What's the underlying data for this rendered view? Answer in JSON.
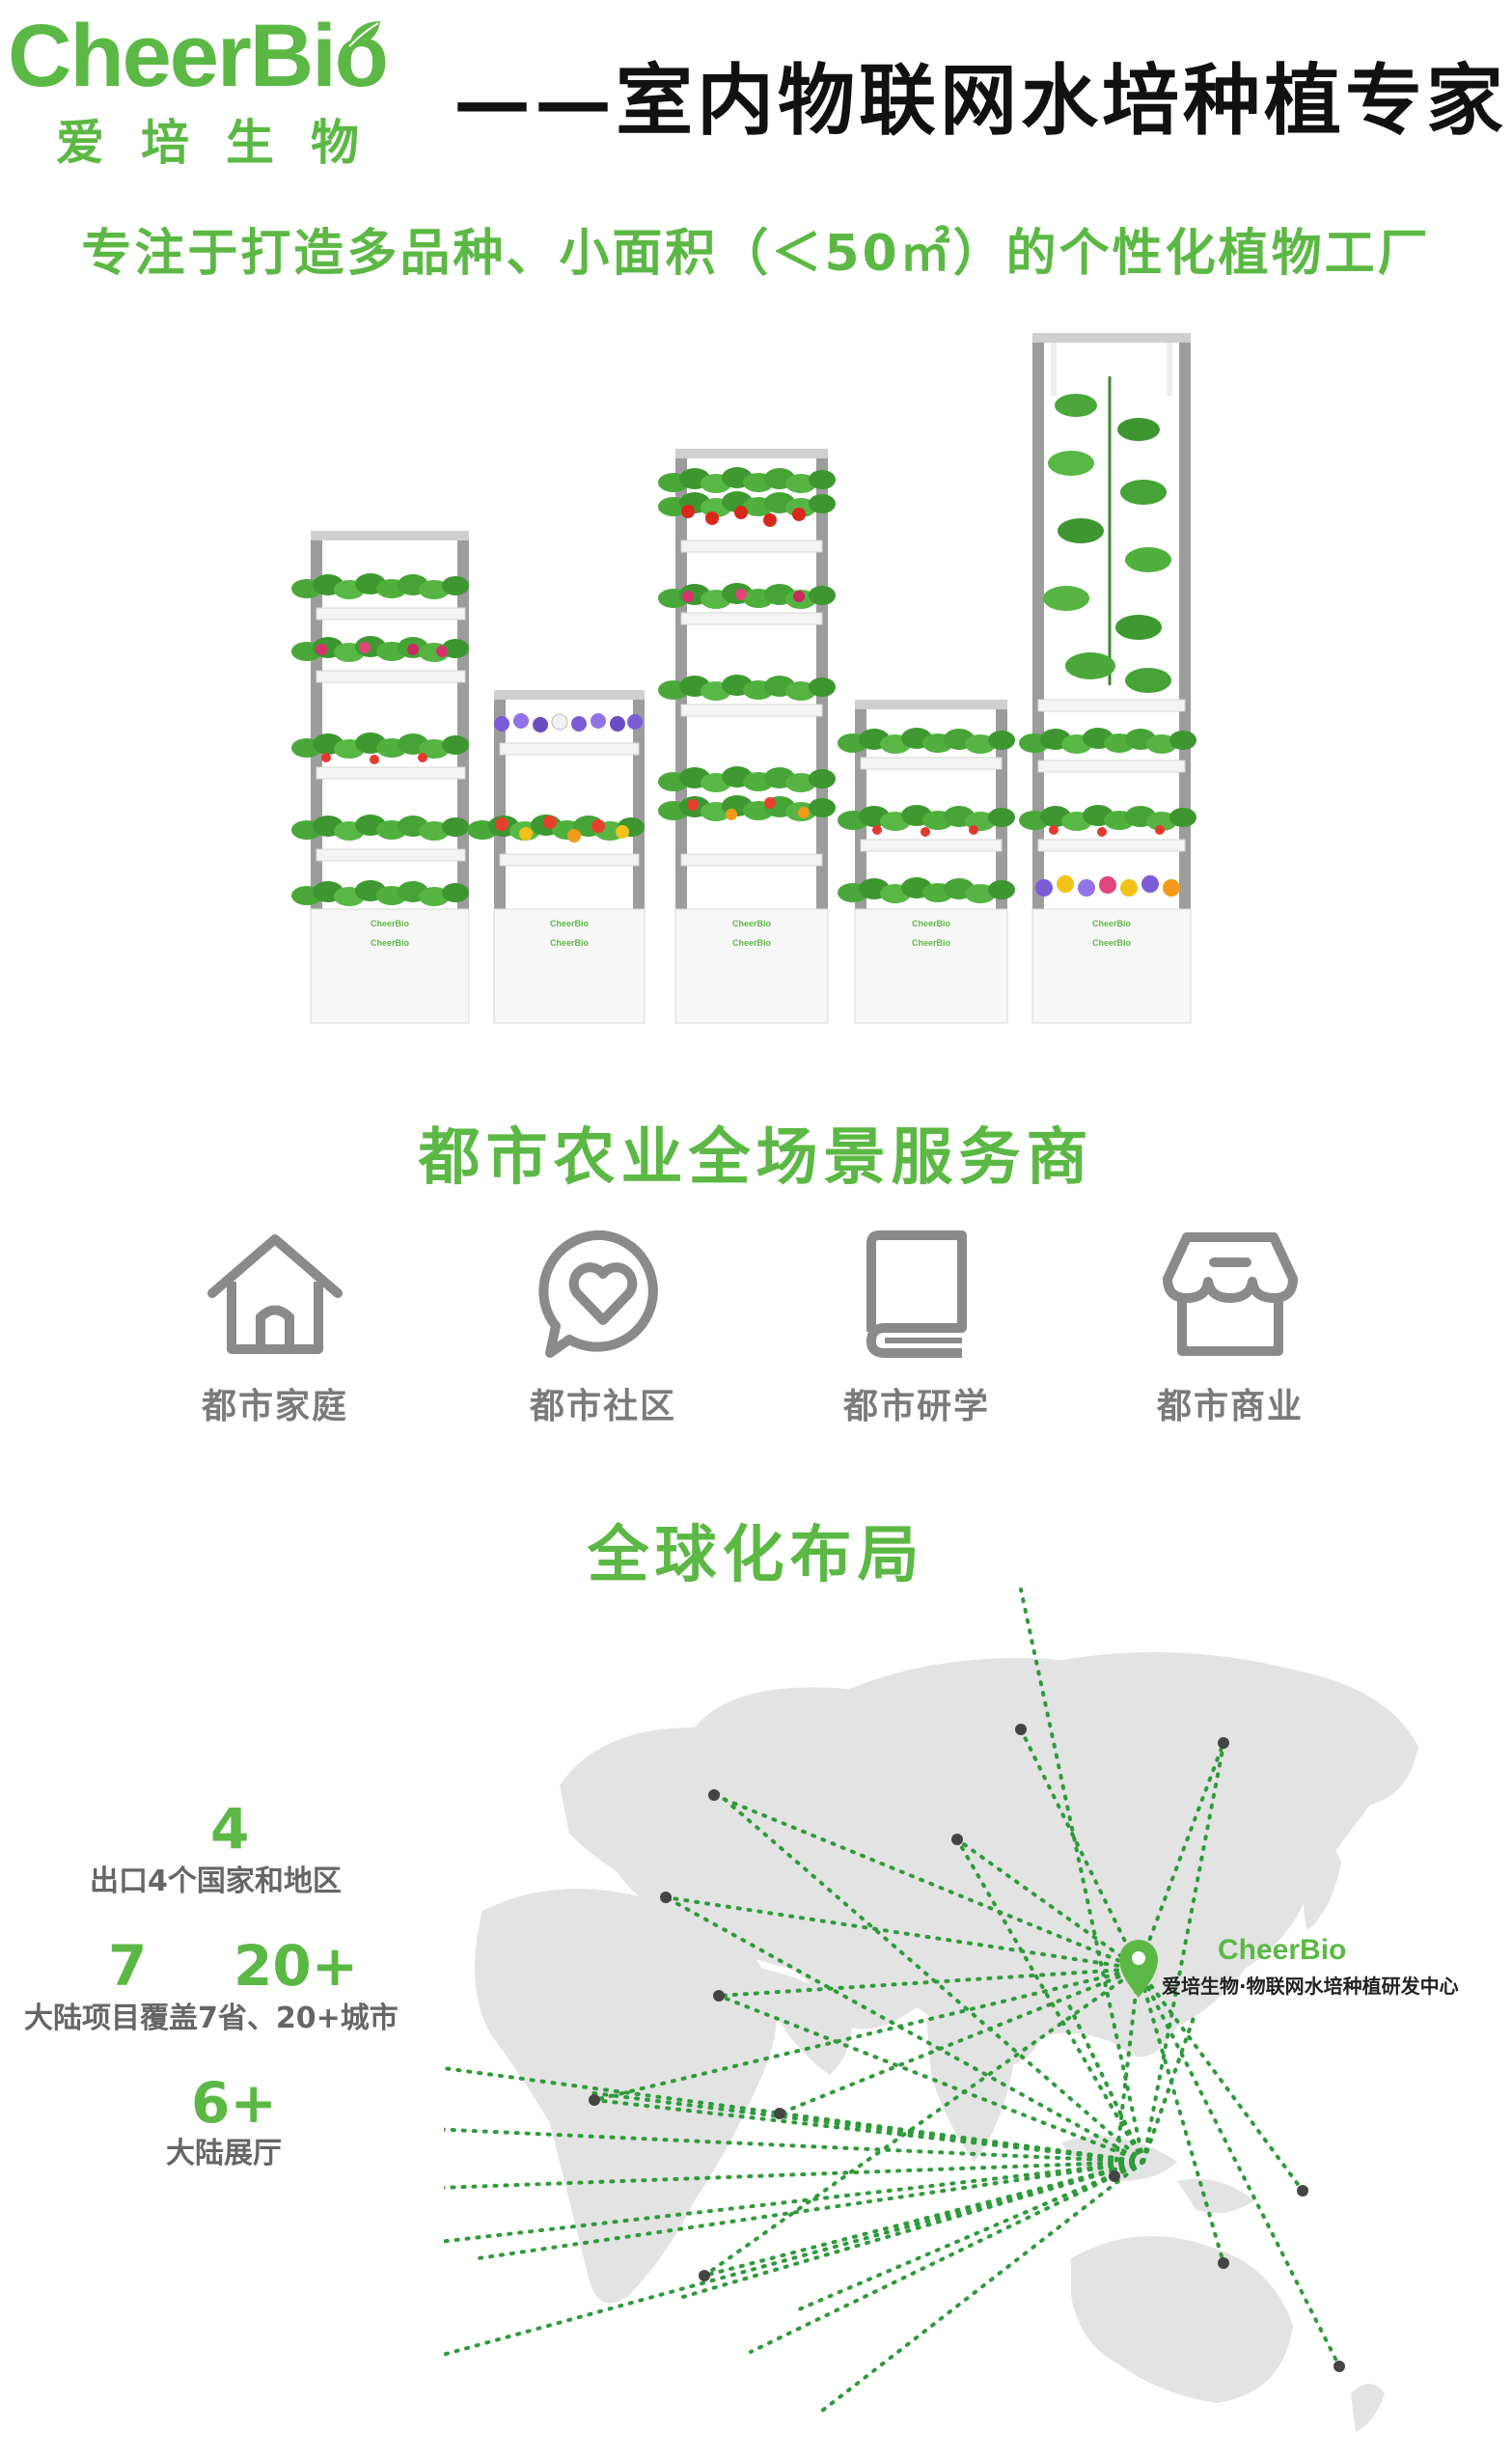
{
  "header": {
    "logo_wordmark": "CheerBio",
    "logo_cn": "爱培生物",
    "tagline": "——室内物联网水培种植专家"
  },
  "subtitle": "专注于打造多品种、小面积（＜50㎡）的个性化植物工厂",
  "rack_brand": "CheerBio",
  "services": {
    "title": "都市农业全场景服务商",
    "items": [
      {
        "label": "都市家庭",
        "icon": "house-icon"
      },
      {
        "label": "都市社区",
        "icon": "heart-chat-icon"
      },
      {
        "label": "都市研学",
        "icon": "book-icon"
      },
      {
        "label": "都市商业",
        "icon": "storefront-icon"
      }
    ]
  },
  "global": {
    "title": "全球化布局",
    "stats": {
      "export_num": "4",
      "export_label": "出口4个国家和地区",
      "projects_num_a": "7",
      "projects_num_b": "20+",
      "projects_label": "大陆项目覆盖7省、20+城市",
      "showroom_num": "6+",
      "showroom_label": "大陆展厅"
    },
    "map_brand": "CheerBio",
    "map_caption": "爱培生物·物联网水培种植研发中心"
  },
  "colors": {
    "brand_green": "#5cb844",
    "map_gray": "#e3e3e3",
    "route_green": "#2e9a3a"
  }
}
